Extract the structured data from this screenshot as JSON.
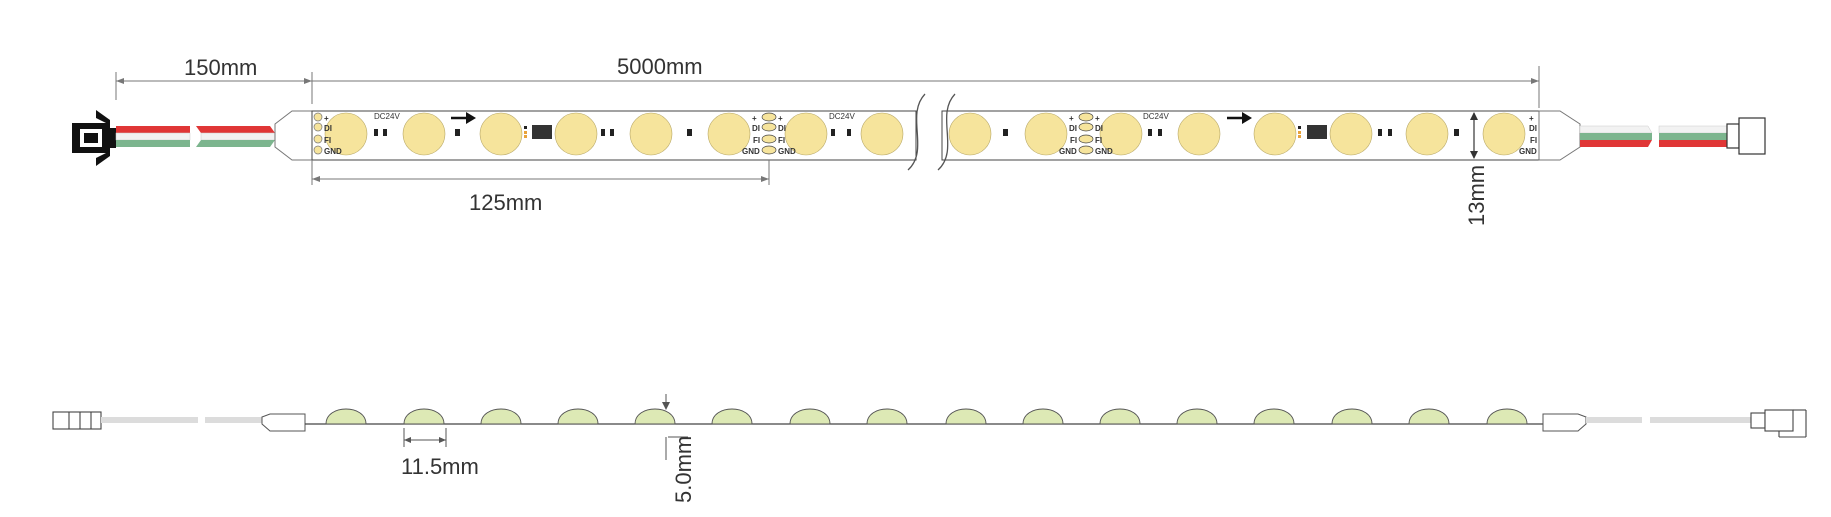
{
  "top_view": {
    "dims": {
      "lead": "150mm",
      "total": "5000mm",
      "cut": "125mm",
      "width": "13mm"
    },
    "pcb_labels": {
      "voltage": "DC24V",
      "plus": "+",
      "di": "DI",
      "fi": "FI",
      "gnd": "GND"
    },
    "wire_colors": {
      "red": "#e03636",
      "white": "#f2f2f2",
      "green": "#7cb58e",
      "gray": "#bdbdbd"
    },
    "led_color": "#f6e49c"
  },
  "side_view": {
    "dims": {
      "pitch": "11.5mm",
      "height": "5.0mm"
    },
    "dome_color": "#dde9b5"
  }
}
